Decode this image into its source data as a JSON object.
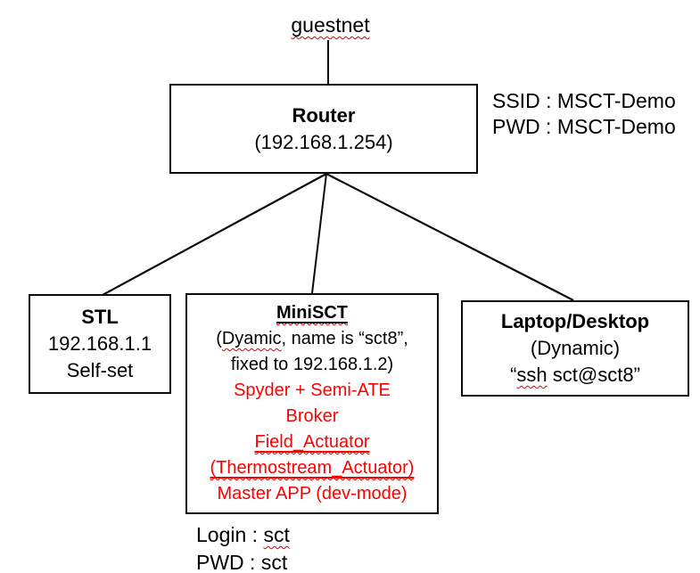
{
  "colors": {
    "red_text": "#ff0000",
    "squiggle": "#e60000",
    "line": "#000000"
  },
  "network": {
    "label": "guestnet"
  },
  "router": {
    "name": "Router",
    "ip": "(192.168.1.254)"
  },
  "wifi": {
    "ssid": "SSID : MSCT-Demo",
    "pwd": "PWD : MSCT-Demo"
  },
  "stl": {
    "name": "STL",
    "ip": "192.168.1.1",
    "mode": "Self-set"
  },
  "minisct": {
    "name": "MiniSCT",
    "desc_open": "(",
    "desc_typo": "Dyamic",
    "desc_rest": ", name is “sct8”,",
    "desc_line2": "fixed to 192.168.1.2)",
    "services": [
      "Spyder + Semi-ATE",
      "Broker",
      "Field_Actuator",
      "(Thermostream_Actuator)",
      "Master APP (dev-mode)"
    ]
  },
  "laptop": {
    "name": "Laptop/Desktop",
    "mode": "(Dynamic)",
    "cmd_open": "“",
    "cmd_ssh": "ssh",
    "cmd_rest": " sct@sct8”"
  },
  "credentials": {
    "login_label": "Login : ",
    "login_value": "sct",
    "pwd_label": "PWD : ",
    "pwd_value": "sct"
  }
}
